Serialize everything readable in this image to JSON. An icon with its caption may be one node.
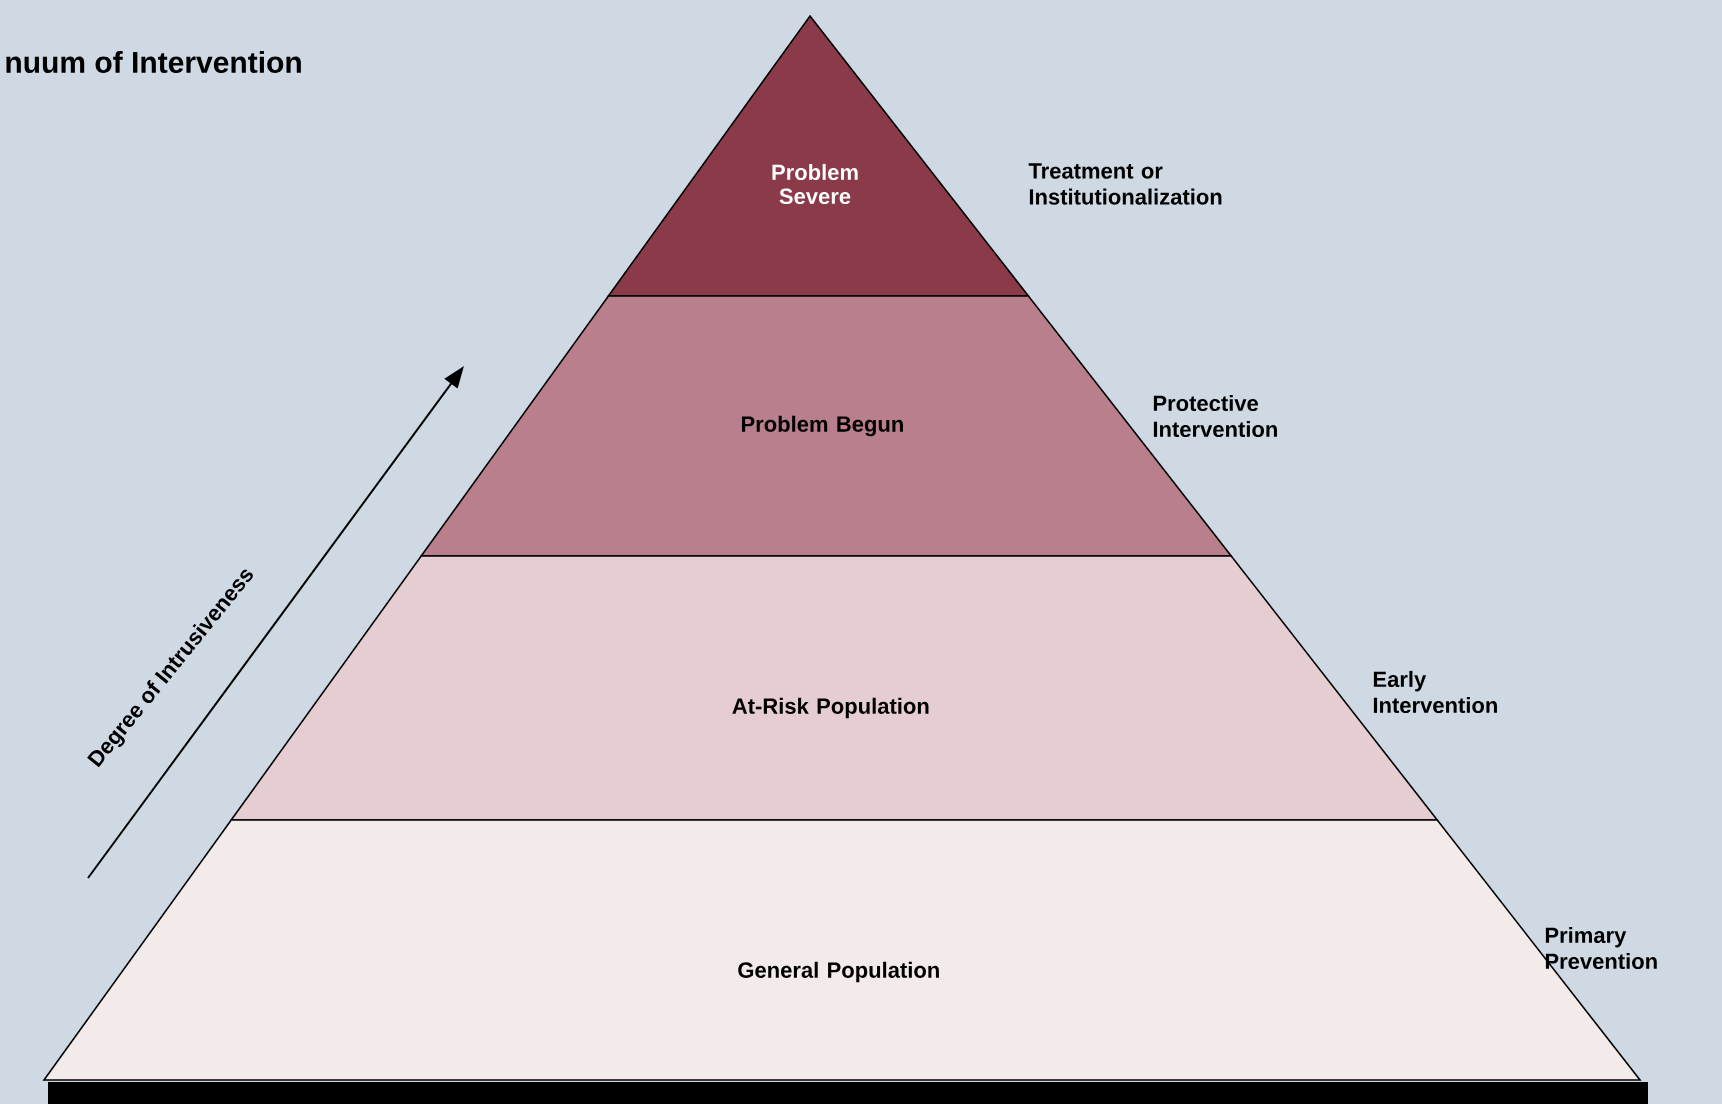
{
  "diagram": {
    "title": "nuum of Intervention",
    "nodes": [
      {
        "text": [
          "Problem Severe"
        ],
        "beside": [
          "Treatment or Institutionalization"
        ]
      },
      {
        "text": [
          "Problem Begun"
        ],
        "beside": [
          "Protective Intervention"
        ]
      },
      {
        "text": [
          "At-Risk Population"
        ],
        "beside": [
          "Early Intervention"
        ]
      },
      {
        "text": [
          "General Population"
        ],
        "beside": [
          "Primary Prevention"
        ]
      }
    ],
    "labels": [
      "Degree of Intrusiveness"
    ]
  }
}
